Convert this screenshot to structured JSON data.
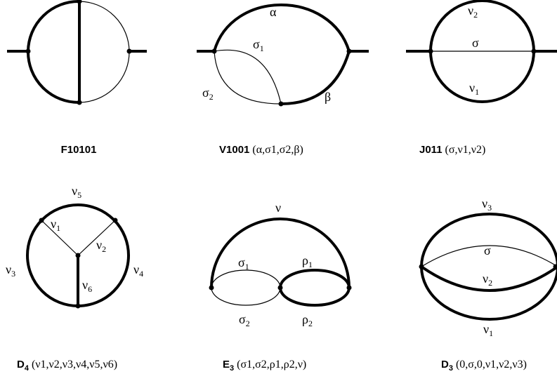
{
  "diagrams": [
    {
      "caption_name": "F10101",
      "caption_sub": "",
      "caption_args": "",
      "labels": []
    },
    {
      "caption_name": "V1001",
      "caption_sub": "",
      "caption_args": "(α,σ1,σ2,β)",
      "labels": [
        {
          "base": "α",
          "sub": ""
        },
        {
          "base": "σ",
          "sub": "1"
        },
        {
          "base": "σ",
          "sub": "2"
        },
        {
          "base": "β",
          "sub": ""
        }
      ]
    },
    {
      "caption_name": "J011",
      "caption_sub": "",
      "caption_args": "(σ,ν1,ν2)",
      "labels": [
        {
          "base": "ν",
          "sub": "2"
        },
        {
          "base": "σ",
          "sub": ""
        },
        {
          "base": "ν",
          "sub": "1"
        }
      ]
    },
    {
      "caption_name": "D",
      "caption_sub": "4",
      "caption_args": "(ν1,ν2,ν3,ν4,ν5,ν6)",
      "labels": [
        {
          "base": "ν",
          "sub": "5"
        },
        {
          "base": "ν",
          "sub": "1"
        },
        {
          "base": "ν",
          "sub": "2"
        },
        {
          "base": "ν",
          "sub": "3"
        },
        {
          "base": "ν",
          "sub": "4"
        },
        {
          "base": "ν",
          "sub": "6"
        }
      ]
    },
    {
      "caption_name": "E",
      "caption_sub": "3",
      "caption_args": "(σ1,σ2,ρ1,ρ2,ν)",
      "labels": [
        {
          "base": "ν",
          "sub": ""
        },
        {
          "base": "σ",
          "sub": "1"
        },
        {
          "base": "ρ",
          "sub": "1"
        },
        {
          "base": "σ",
          "sub": "2"
        },
        {
          "base": "ρ",
          "sub": "2"
        }
      ]
    },
    {
      "caption_name": "D",
      "caption_sub": "3",
      "caption_args": "(0,σ,0,ν1,ν2,ν3)",
      "labels": [
        {
          "base": "ν",
          "sub": "3"
        },
        {
          "base": "σ",
          "sub": ""
        },
        {
          "base": "ν",
          "sub": "2"
        },
        {
          "base": "ν",
          "sub": "1"
        }
      ]
    }
  ]
}
